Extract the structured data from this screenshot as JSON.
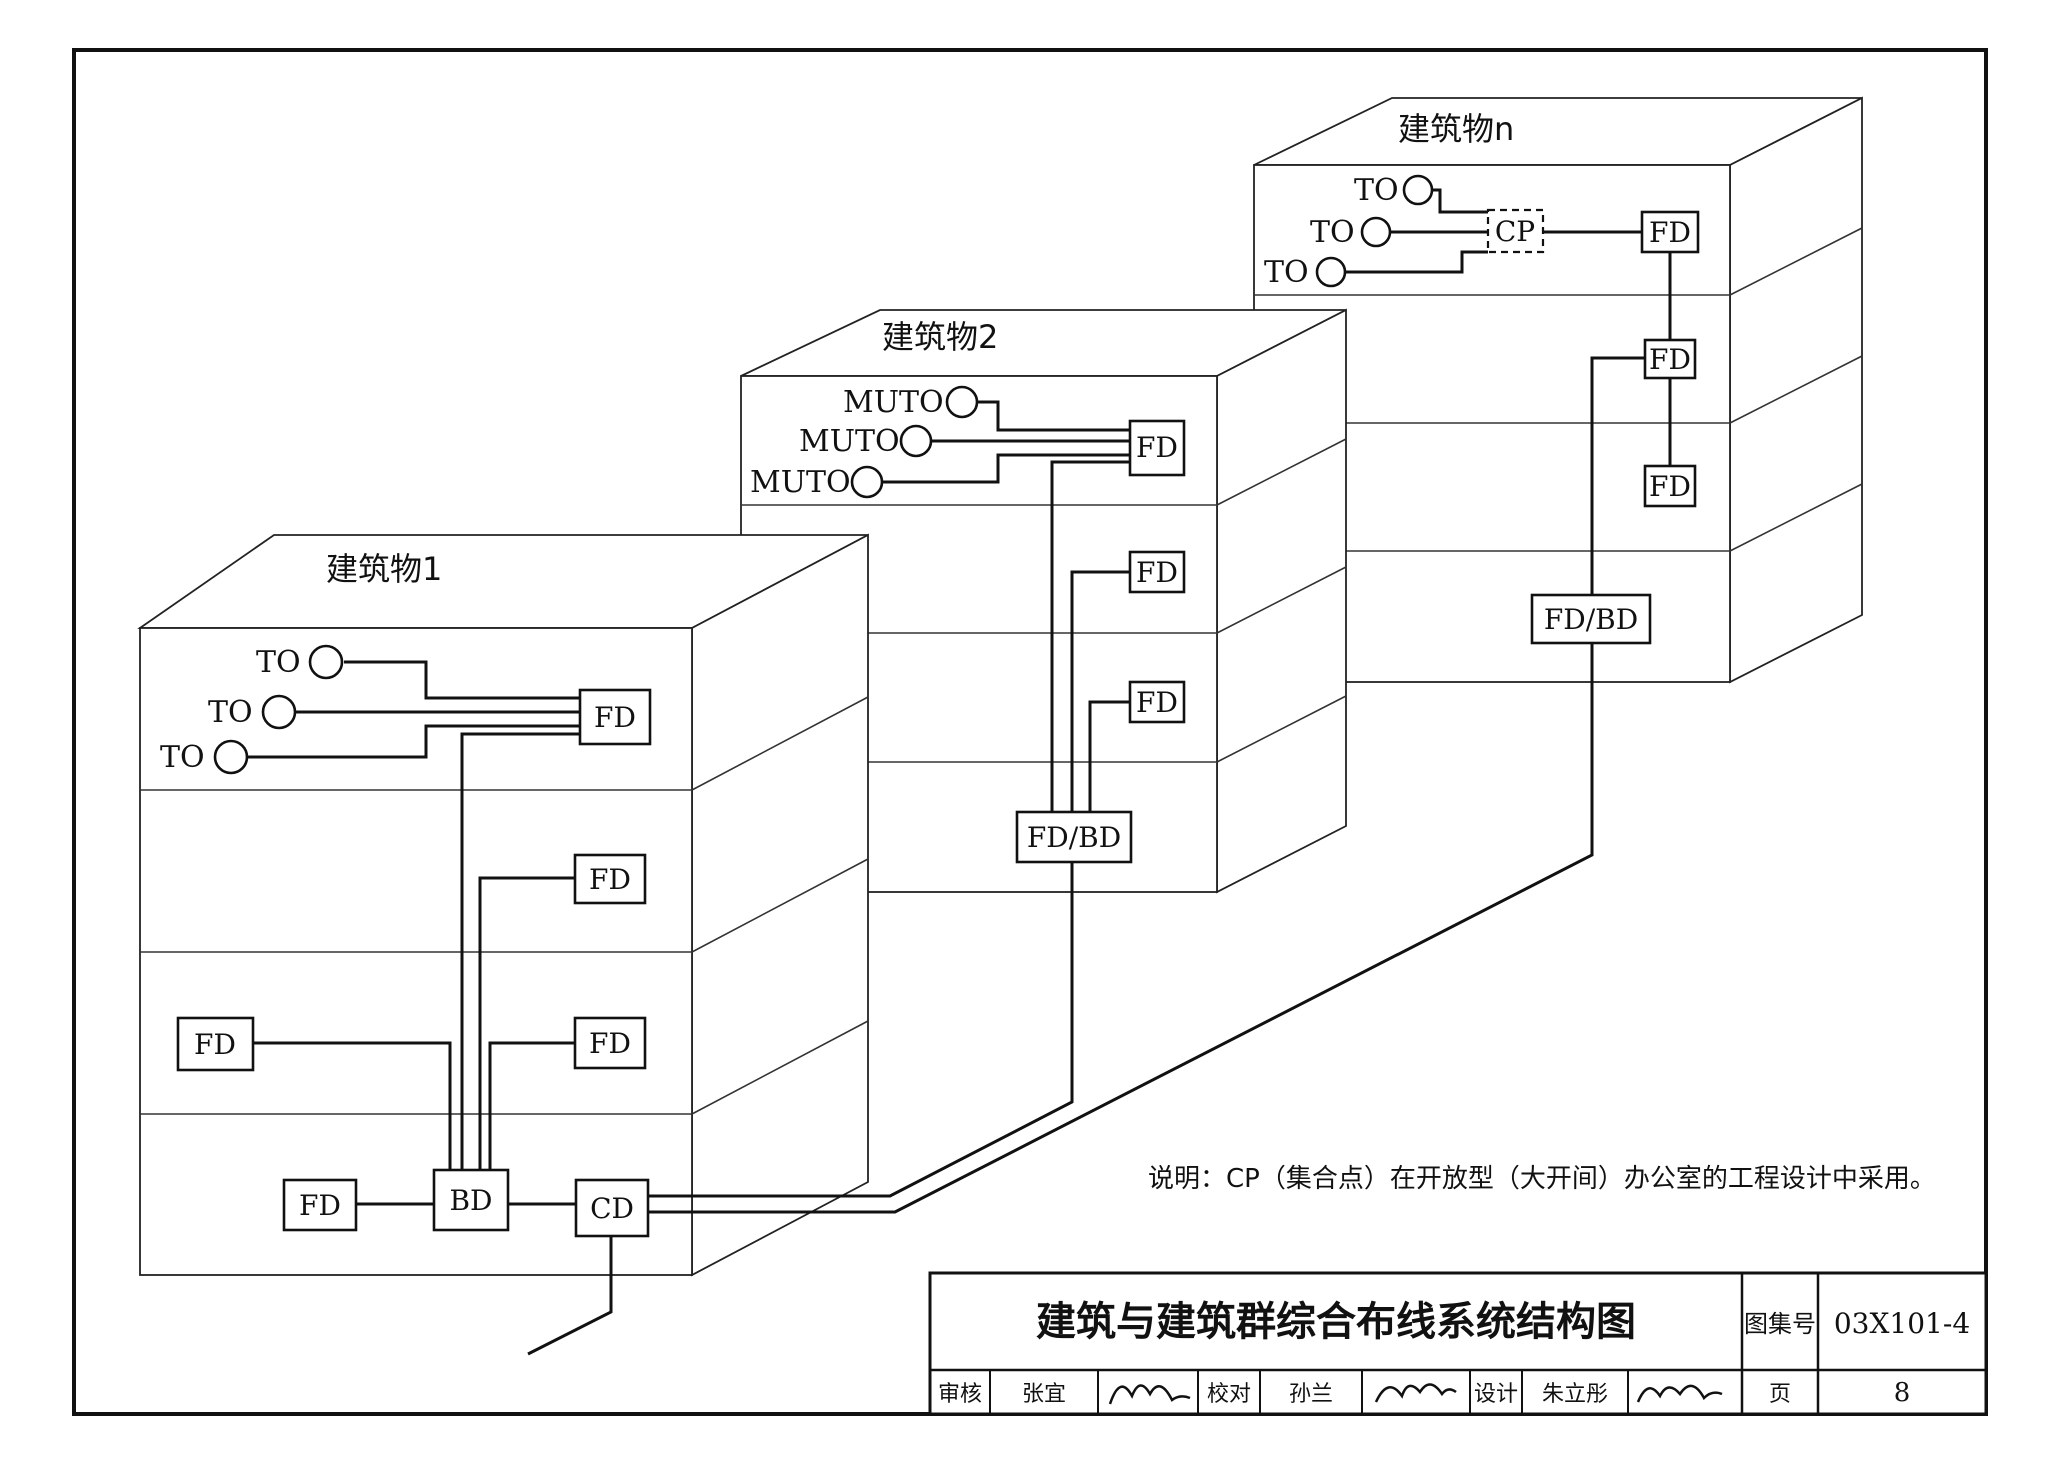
{
  "buildings": {
    "b1": {
      "name": "建筑物1",
      "outlets": [
        "TO",
        "TO",
        "TO"
      ],
      "fd": [
        "FD",
        "FD",
        "FD",
        "FD",
        "FD"
      ],
      "bd": "BD",
      "cd": "CD"
    },
    "b2": {
      "name": "建筑物2",
      "outlets": [
        "MUTO",
        "MUTO",
        "MUTO"
      ],
      "fd": [
        "FD",
        "FD",
        "FD"
      ],
      "fdbd": "FD/BD"
    },
    "bn": {
      "name": "建筑物n",
      "outlets": [
        "TO",
        "TO",
        "TO"
      ],
      "cp": "CP",
      "fd": [
        "FD",
        "FD",
        "FD"
      ],
      "fdbd": "FD/BD"
    }
  },
  "note": "说明：CP（集合点）在开放型（大开间）办公室的工程设计中采用。",
  "title_block": {
    "title": "建筑与建筑群综合布线系统结构图",
    "atlas_label": "图集号",
    "atlas_no": "03X101-4",
    "review_label": "审核",
    "reviewer": "张宜",
    "check_label": "校对",
    "checker": "孙兰",
    "design_label": "设计",
    "designer": "朱立彤",
    "page_label": "页",
    "page_no": "8"
  }
}
